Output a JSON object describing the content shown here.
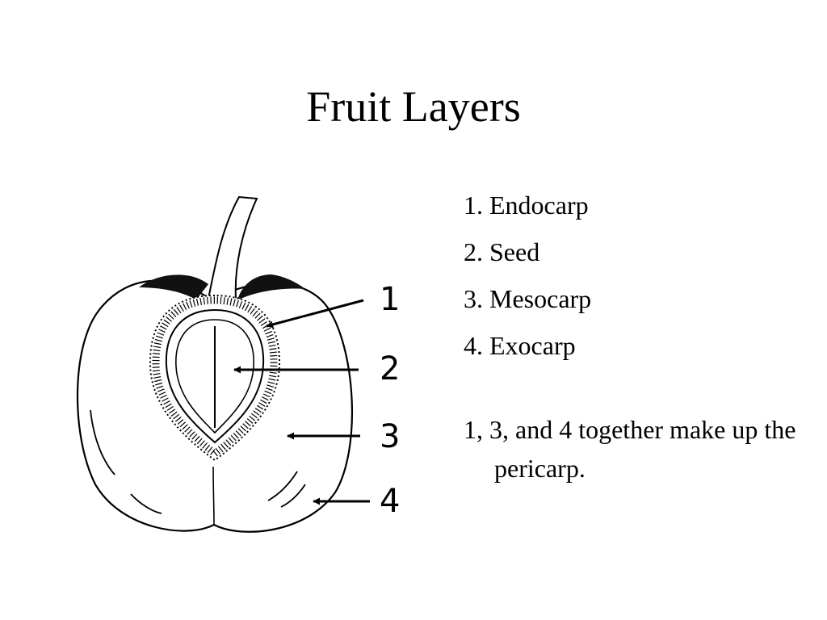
{
  "slide": {
    "title": "Fruit Layers"
  },
  "diagram": {
    "labels": [
      "1",
      "2",
      "3",
      "4"
    ]
  },
  "legend": {
    "items": [
      "1. Endocarp",
      "2. Seed",
      "3. Mesocarp",
      "4. Exocarp"
    ]
  },
  "note": "1, 3, and 4 together make up the pericarp."
}
